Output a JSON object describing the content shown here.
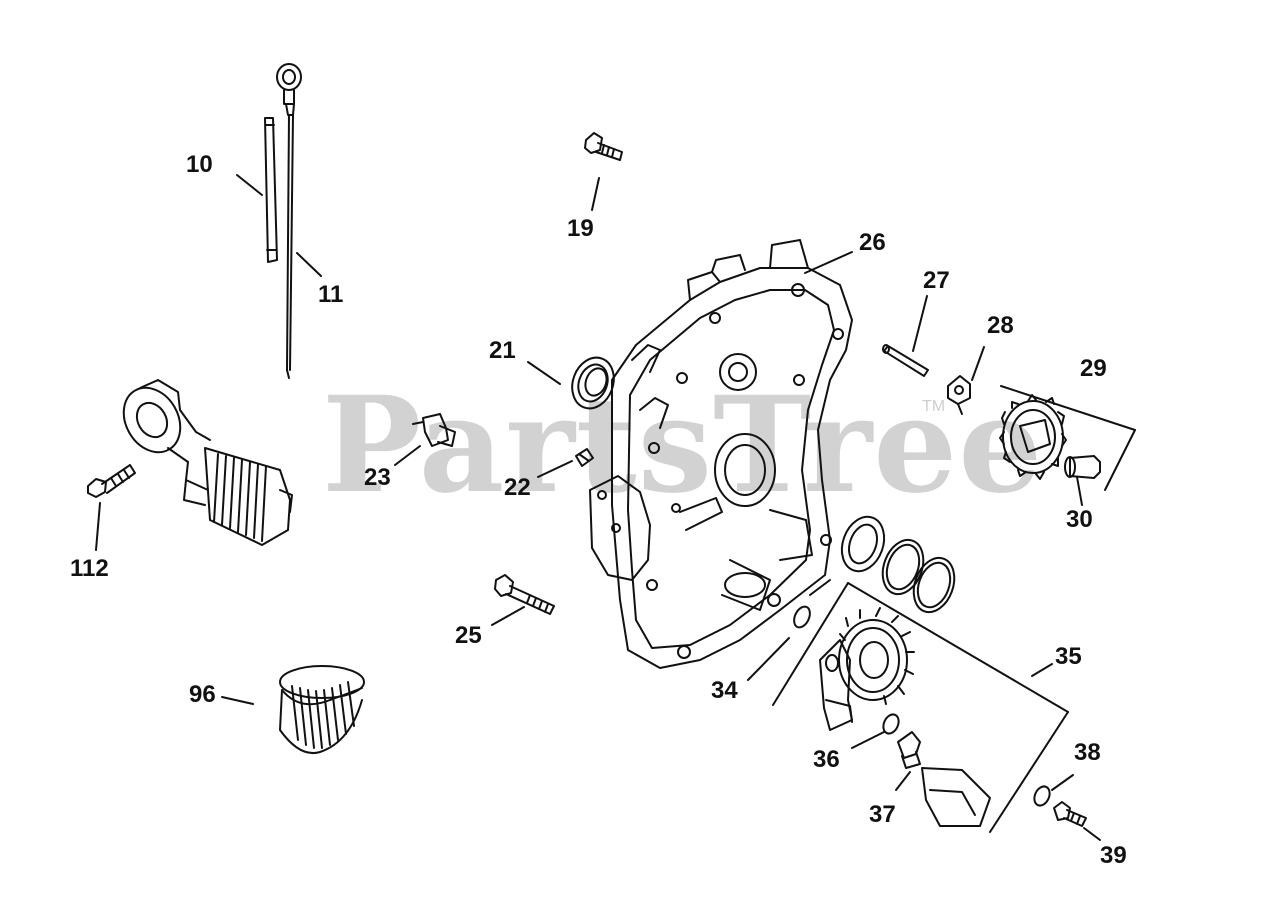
{
  "diagram": {
    "watermark_text": "PartsTree",
    "watermark_mark": "TM",
    "callouts": {
      "c10": "10",
      "c11": "11",
      "c19": "19",
      "c21": "21",
      "c22": "22",
      "c23": "23",
      "c25": "25",
      "c26": "26",
      "c27": "27",
      "c28": "28",
      "c29": "29",
      "c30": "30",
      "c34": "34",
      "c35": "35",
      "c36": "36",
      "c37": "37",
      "c38": "38",
      "c39": "39",
      "c96": "96",
      "c112": "112"
    },
    "colors": {
      "line": "#111111",
      "watermark": "#d2d2d2",
      "background": "#ffffff"
    }
  }
}
